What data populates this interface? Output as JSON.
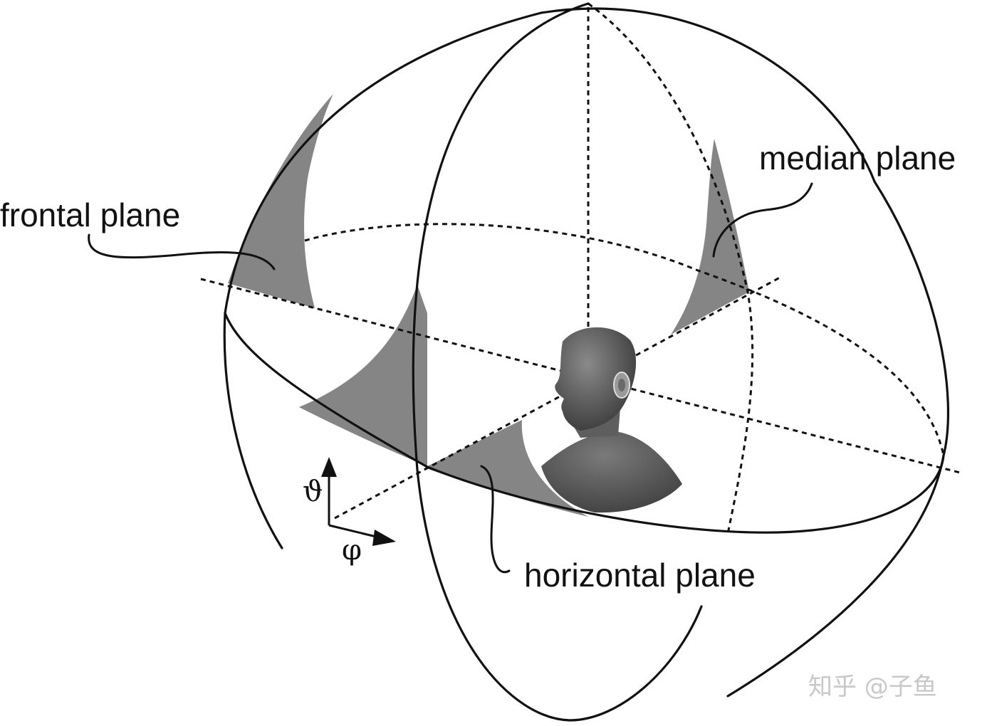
{
  "labels": {
    "frontal": "frontal plane",
    "median": "median plane",
    "horizontal": "horizontal plane"
  },
  "axes": {
    "elevation_symbol": "ϑ",
    "azimuth_symbol": "φ"
  },
  "watermark": "知乎 @子鱼",
  "colors": {
    "plane_fill": "#858585",
    "line": "#111111",
    "head": "#5a5a5a",
    "watermark": "#c8c8c8"
  },
  "icons": {
    "head": "head-silhouette-icon",
    "elevation_arrow": "arrow-up-icon",
    "azimuth_arrow": "arrow-right-icon"
  }
}
